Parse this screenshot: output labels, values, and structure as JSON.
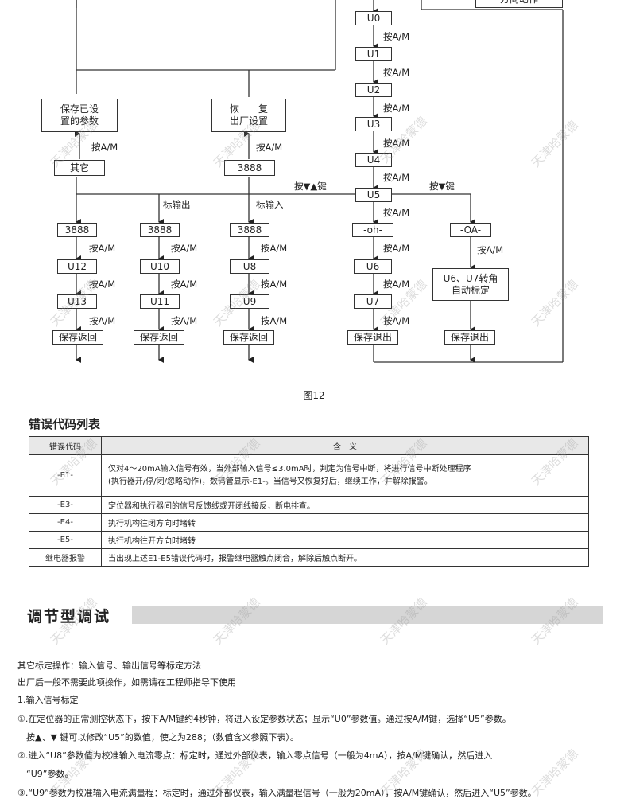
{
  "flowchart": {
    "top_right_box": "方向动作",
    "u_nodes": [
      "U0",
      "U1",
      "U2",
      "U3",
      "U4",
      "U5"
    ],
    "save_params": "保存已设\n置的参数",
    "restore_factory": "恢　　复\n出厂设置",
    "other": "其它",
    "code_3888": "3888",
    "press_am": "按A/M",
    "press_updown": "按▼▲键",
    "press_down": "按▼键",
    "label_output": "标输出",
    "label_input": "标输入",
    "col1": [
      "3888",
      "U12",
      "U13",
      "保存返回"
    ],
    "col2": [
      "3888",
      "U10",
      "U11",
      "保存返回"
    ],
    "col3": [
      "3888",
      "U8",
      "U9",
      "保存返回"
    ],
    "col4": [
      "-oh-",
      "U6",
      "U7",
      "保存退出"
    ],
    "col5": [
      "-OA-",
      "U6、U7转角\n自动标定",
      "保存退出"
    ],
    "figure_caption": "图12"
  },
  "error_table": {
    "title": "错误代码列表",
    "headers": [
      "错误代码",
      "含　义"
    ],
    "rows": [
      {
        "code": "-E1-",
        "desc": "仅对4～20mA输入信号有效，当外部输入信号≤3.0mA时，判定为信号中断，将进行信号中断处理程序\n(执行器开/停/闭/忽略动作)，数码管显示-E1-。当信号又恢复好后，继续工作，并解除报警。"
      },
      {
        "code": "-E3-",
        "desc": "定位器和执行器间的信号反馈线或开闭线接反，断电排查。"
      },
      {
        "code": "-E4-",
        "desc": "执行机构往闭方向时堵转"
      },
      {
        "code": "-E5-",
        "desc": "执行机构往开方向时堵转"
      },
      {
        "code": "继电器报警",
        "desc": "当出现上述E1-E5错误代码时，报警继电器触点闭合，解除后触点断开。"
      }
    ]
  },
  "section": {
    "title": "调节型调试",
    "lines": [
      "其它标定操作：输入信号、输出信号等标定方法",
      "出厂后一般不需要此项操作，如需请在工程师指导下使用",
      "1.输入信号标定",
      "①.在定位器的正常测控状态下，按下A/M键约4秒钟，将进入设定参数状态；显示“U0”参数值。通过按A/M键，选择“U5”参数。",
      "　按▲、▼ 键可以修改“U5”的数值，使之为288；（数值含义参照下表）。",
      "②.进入“U8”参数值为校准输入电流零点：标定时，通过外部仪表，输入零点信号（一般为4mA），按A/M键确认，然后进入",
      "　“U9”参数。",
      "③.“U9”参数为校准输入电流满量程：标定时，通过外部仪表，输入满量程信号（一般为20mA），按A/M键确认，然后进入“U5”参数。"
    ]
  },
  "watermark": "天津哈蒙德"
}
